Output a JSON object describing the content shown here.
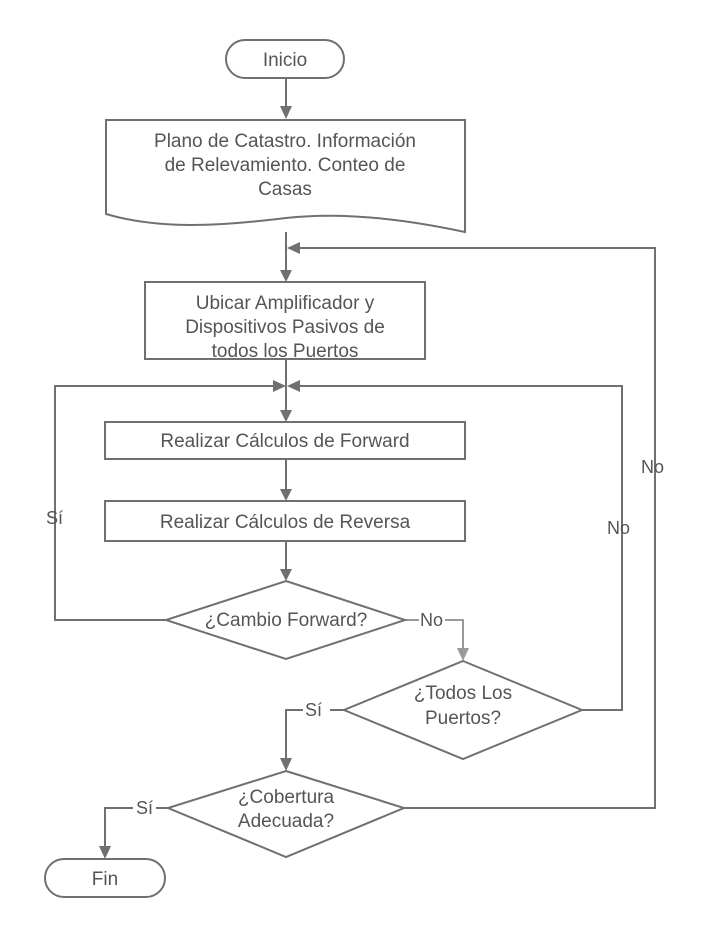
{
  "nodes": {
    "inicio": "Inicio",
    "plano": [
      "Plano de Catastro.      Información",
      "de Relevamiento. Conteo de",
      "Casas"
    ],
    "ubicar": [
      "Ubicar Amplificador y",
      "Dispositivos Pasivos de",
      "todos los Puertos"
    ],
    "forward": "Realizar Cálculos de Forward",
    "reversa": "Realizar Cálculos de Reversa",
    "cambio": "¿Cambio Forward?",
    "todos": [
      "¿Todos Los",
      "Puertos?"
    ],
    "cobertura": [
      "¿Cobertura",
      "Adecuada?"
    ],
    "fin": "Fin"
  },
  "edges": {
    "cambio_si": "Sí",
    "cambio_no": "No",
    "todos_si": "Sí",
    "todos_no": "No",
    "cobertura_si": "Sí",
    "cobertura_no": "No"
  }
}
